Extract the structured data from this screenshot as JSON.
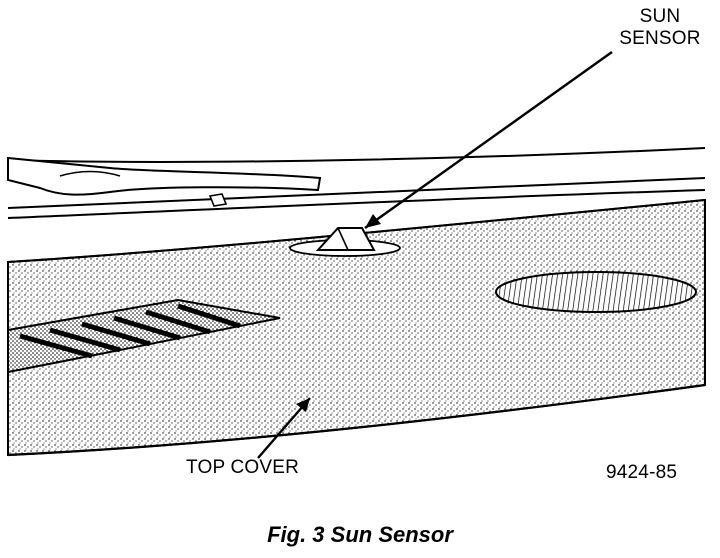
{
  "labels": {
    "sun_sensor_line1": "SUN",
    "sun_sensor_line2": "SENSOR",
    "top_cover": "TOP COVER",
    "figure_code": "9424-85"
  },
  "caption": "Fig. 3 Sun Sensor"
}
